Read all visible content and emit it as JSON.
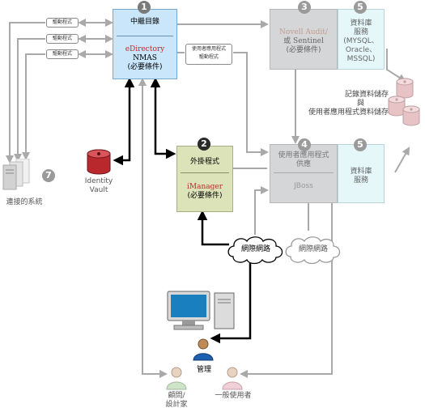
{
  "badges": [
    "1",
    "2",
    "3",
    "4",
    "5",
    "5",
    "7"
  ],
  "metadirectory": {
    "title": "中繼目錄",
    "line1": "eDirectory",
    "line2": "NMAS",
    "line3": "(必要條件)"
  },
  "audit": {
    "line1": "Novell Audit/",
    "line2": "或 Sentinel",
    "line3": "(必要條件)"
  },
  "db_top": {
    "line1": "資料庫",
    "line2": "服務",
    "line3": "(MYSQL、",
    "line4": "Oracle、",
    "line5": "MSSQL)"
  },
  "storage_label": {
    "line1": "記錄資料儲存",
    "line2": "與",
    "line3": "使用者應用程式資料儲存"
  },
  "plugin": {
    "title": "外掛程式",
    "line1": "iManager",
    "line2": "(必要條件)"
  },
  "userapp": {
    "title1": "使用者應用程式",
    "title2": "供應",
    "line1": "JBoss"
  },
  "db_mid": {
    "line1": "資料庫",
    "line2": "服務"
  },
  "drivers": [
    "驅動程式",
    "驅動程式",
    "驅動程式"
  ],
  "ua_driver": {
    "line1": "使用者應用程式",
    "line2": "驅動程式"
  },
  "identity_vault": {
    "line1": "Identity",
    "line2": "Vault"
  },
  "connected_systems": "連接的系統",
  "network1": "網際網路",
  "network2": "網際網路",
  "admin": "管理",
  "consultant": {
    "line1": "顧問/",
    "line2": "設計家"
  },
  "enduser": "一般使用者",
  "colors": {
    "meta": "#c9e6fb",
    "plugin": "#dde3b9",
    "grey_box": "#d4d6d8",
    "teal_box": "#e5f7f9",
    "badge": "#7a7a7a",
    "badge_active": "#2a2a2a"
  }
}
